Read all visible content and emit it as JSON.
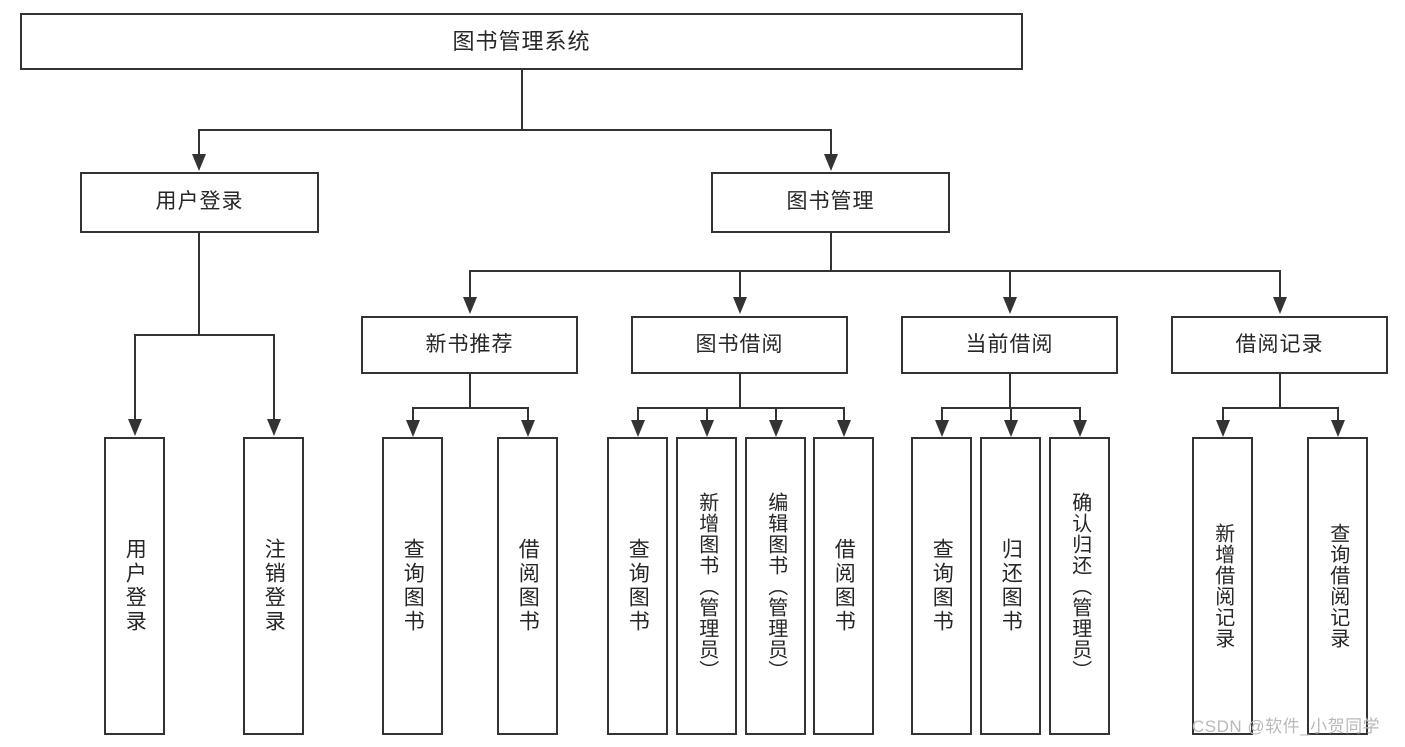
{
  "diagram": {
    "title": "图书管理系统",
    "type": "tree",
    "watermark": "CSDN @软件_小贺同学",
    "colors": {
      "stroke": "#333333",
      "background": "#ffffff",
      "text": "#262626",
      "watermark": "#b9b9b9"
    },
    "root": {
      "label": "图书管理系统"
    },
    "level1": [
      {
        "label": "用户登录"
      },
      {
        "label": "图书管理"
      }
    ],
    "level2": [
      {
        "label": "新书推荐"
      },
      {
        "label": "图书借阅"
      },
      {
        "label": "当前借阅"
      },
      {
        "label": "借阅记录"
      }
    ],
    "leaves": {
      "user_login": [
        {
          "label": "用户登录"
        },
        {
          "label": "注销登录"
        }
      ],
      "new_book": [
        {
          "label": "查询图书"
        },
        {
          "label": "借阅图书"
        }
      ],
      "book_borrow": [
        {
          "label": "查询图书"
        },
        {
          "label": "新增图书（管理员）"
        },
        {
          "label": "编辑图书（管理员）"
        },
        {
          "label": "借阅图书"
        }
      ],
      "current_borrow": [
        {
          "label": "查询图书"
        },
        {
          "label": "归还图书"
        },
        {
          "label": "确认归还（管理员）"
        }
      ],
      "borrow_record": [
        {
          "label": "新增借阅记录"
        },
        {
          "label": "查询借阅记录"
        }
      ]
    }
  }
}
